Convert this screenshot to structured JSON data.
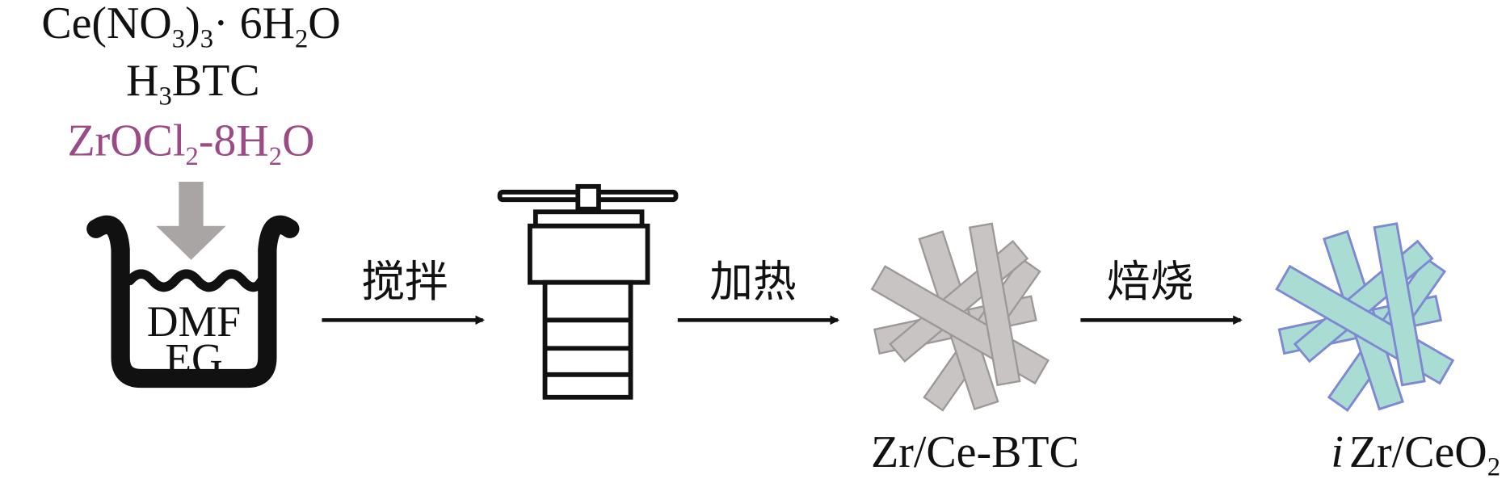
{
  "reagents": {
    "cerium_nitrate": {
      "p1": "Ce(NO",
      "s1": "3",
      "p2": ")",
      "s2": "3",
      "p3": "· 6H",
      "s3": "2",
      "p4": "O"
    },
    "h3btc": {
      "p1": "H",
      "s1": "3",
      "p2": "BTC"
    },
    "zirconyl_chloride": {
      "p1": "ZrOCl",
      "s1": "2",
      "p2": "-8H",
      "s2": "2",
      "p3": "O"
    }
  },
  "solvents": {
    "line1": "DMF",
    "line2": "EG"
  },
  "steps": {
    "stir": "搅拌",
    "heat": "加热",
    "calcine": "焙烧"
  },
  "products": {
    "intermediate": "Zr/Ce-BTC",
    "final": {
      "prefix": "i",
      "p1": "Zr/CeO",
      "s1": "2"
    }
  },
  "colors": {
    "zr_reagent": "#9b4a86",
    "feed_arrow": "#a9a5a5",
    "mof_rods": "#c8c4c4",
    "oxide_rods": "#a9ddd3",
    "oxide_edges": "#7f88d2"
  }
}
